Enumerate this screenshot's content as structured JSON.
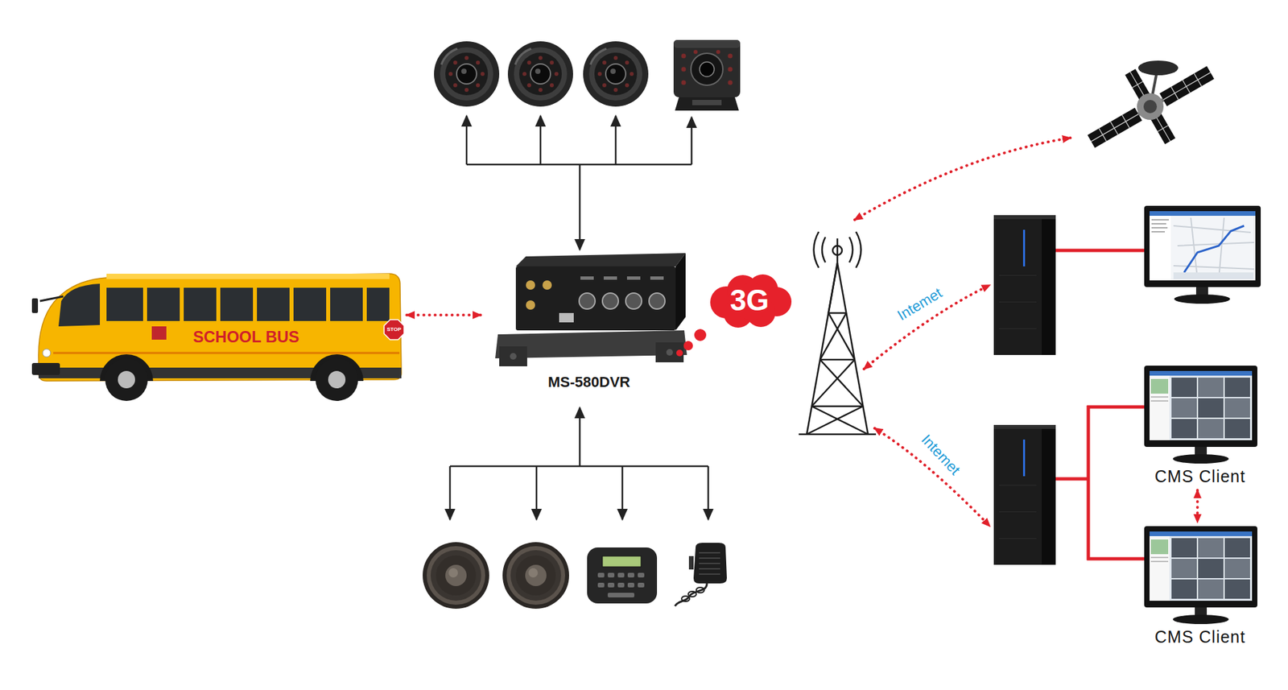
{
  "diagram": {
    "nodes": [
      {
        "text": [
          "SCHOOL BUS"
        ]
      },
      {
        "text": [
          "MS-580DVR"
        ]
      },
      {
        "text": [
          "3G"
        ]
      },
      {
        "text": [
          "CMS Client"
        ]
      },
      {
        "text": [
          "CMS Client"
        ]
      }
    ],
    "edges": [
      {
        "from": 0,
        "to": 1,
        "arrow": "both"
      },
      {
        "from": 3,
        "to": 4,
        "arrow": "both"
      }
    ],
    "labels": [
      "STOP",
      "Intemet",
      "Intemet"
    ]
  }
}
